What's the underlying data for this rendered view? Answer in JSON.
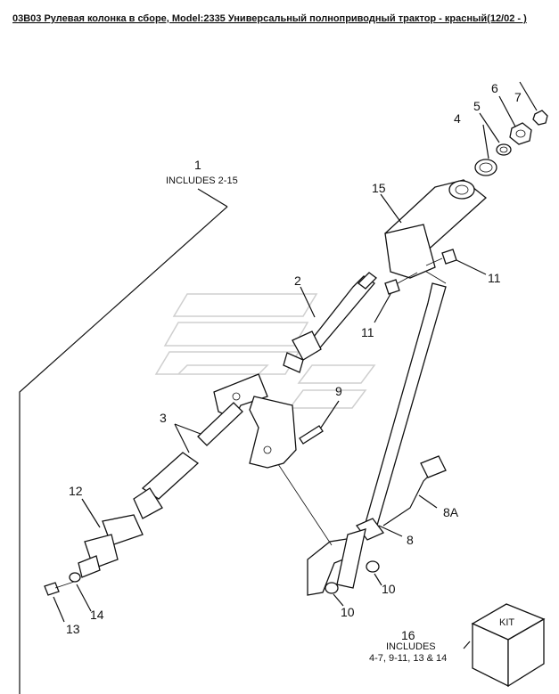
{
  "title": "03B03 Рулевая колонка в сборе, Model:2335 Универсальный полноприводный трактор - красный(12/02 - )",
  "callouts": {
    "c1": "1",
    "c1_note": "INCLUDES 2-15",
    "c2": "2",
    "c3": "3",
    "c4": "4",
    "c5": "5",
    "c6": "6",
    "c7": "7",
    "c8": "8",
    "c8a": "8A",
    "c9": "9",
    "c10a": "10",
    "c10b": "10",
    "c11a": "11",
    "c11b": "11",
    "c12": "12",
    "c13": "13",
    "c14": "14",
    "c15": "15",
    "c16": "16",
    "c16_note1": "INCLUDES",
    "c16_note2": "4-7, 9-11, 13 & 14"
  },
  "kit_label": "KIT"
}
